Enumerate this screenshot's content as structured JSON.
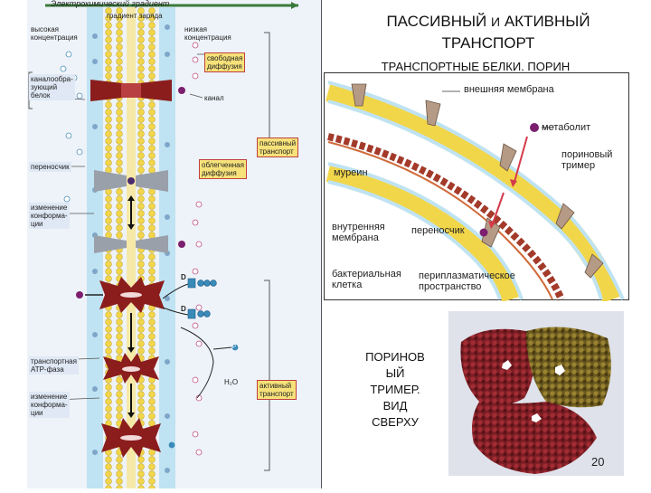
{
  "slide": {
    "title_line1_a": "ПАССИВНЫЙ",
    "title_line1_b": "И",
    "title_line1_c": "АКТИВНЫЙ",
    "title_line2": "ТРАНСПОРТ",
    "subtitle": "ТРАНСПОРТНЫЕ БЕЛКИ. ПОРИН",
    "porin_caption": [
      "ПОРИНОВ",
      "ЫЙ",
      "ТРИМЕР.",
      "ВИД",
      "СВЕРХУ"
    ],
    "page_number": "20"
  },
  "membrane_figure": {
    "top_label": "Электрохимический градиент",
    "gradient_label": "градиент заряда",
    "high_conc": [
      "высокая",
      "концентрация"
    ],
    "low_conc": [
      "низкая",
      "концентрация"
    ],
    "free_diffusion": [
      "свободная",
      "диффузия"
    ],
    "channel_protein": [
      "каналообра-",
      "зующий",
      "белок"
    ],
    "channel": "канал",
    "passive_transport": [
      "пассивный",
      "транспорт"
    ],
    "carrier": "переносчик",
    "facilitated_diffusion": [
      "облегченная",
      "диффузия"
    ],
    "conformation_change_1": [
      "изменение",
      "конформа-",
      "ции"
    ],
    "transport_atpase": [
      "транспортная",
      "АТР-фаза"
    ],
    "conformation_change_2": [
      "изменение",
      "конформа-",
      "ции"
    ],
    "active_transport": [
      "активный",
      "транспорт"
    ],
    "water": "H₂O",
    "adp_1": "D",
    "adp_2": "D",
    "phosphate": "P"
  },
  "bacteria_figure": {
    "outer_membrane": "внешняя мембрана",
    "metabolite": "метаболит",
    "porin_trimer": [
      "пориновый",
      "тример"
    ],
    "murein": "муреин",
    "inner_membrane": [
      "внутренняя",
      "мембрана"
    ],
    "carrier": "переносчик",
    "bacterial_cell": [
      "бактериальная",
      "клетка"
    ],
    "periplasmic_space": [
      "периплазматическое",
      "пространство"
    ]
  },
  "colors": {
    "membrane_yellow": "#f2d64a",
    "membrane_blue": "#bfe3f2",
    "protein_red": "#8b1d1d",
    "carrier_gray": "#9aa0aa",
    "label_box_yellow": "#f7e27a",
    "metabolite_purple": "#7b1f6e",
    "porin_tan": "#b59a86"
  }
}
